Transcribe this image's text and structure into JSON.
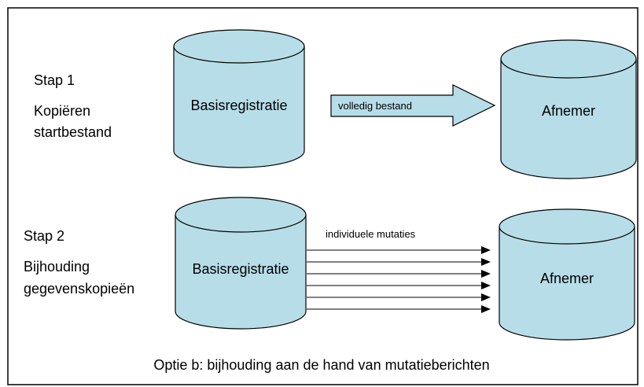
{
  "colors": {
    "cylinder_fill": "#b7dde8",
    "arrow_fill": "#b7dde8",
    "stroke": "#000000",
    "frame": "#000000",
    "background": "#ffffff"
  },
  "step1": {
    "title": "Stap 1",
    "subtitle_line1": "Kopiëren",
    "subtitle_line2": "startbestand",
    "source": "Basisregistratie",
    "target": "Afnemer",
    "arrow_label": "volledig bestand"
  },
  "step2": {
    "title": "Stap 2",
    "subtitle_line1": "Bijhouding",
    "subtitle_line2": "gegevenskopieën",
    "source": "Basisregistratie",
    "target": "Afnemer",
    "arrows_label": "individuele mutaties",
    "arrow_count": 6
  },
  "caption": "Optie b: bijhouding aan de hand van mutatieberichten"
}
